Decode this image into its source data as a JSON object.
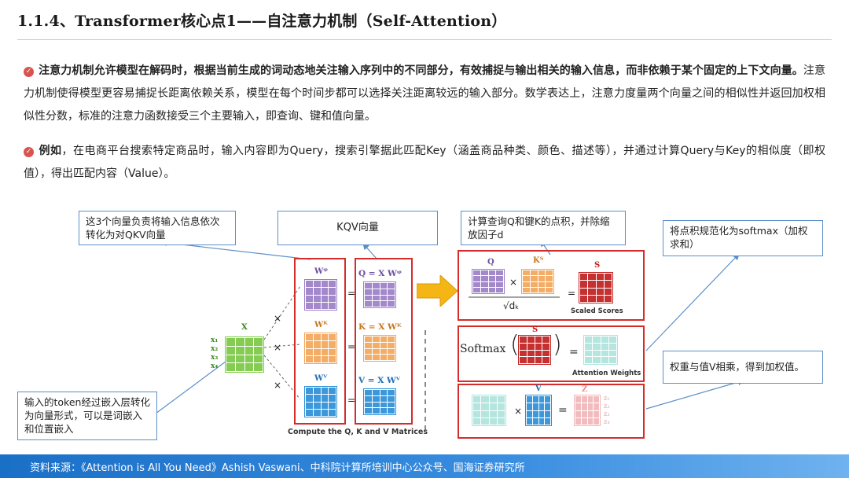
{
  "title": "1.1.4、Transformer核心点1——自注意力机制（Self-Attention）",
  "para1": {
    "bold_text": "注意力机制允许模型在解码时，根据当前生成的词动态地关注输入序列中的不同部分，有效捕捉与输出相关的输入信息，而非依赖于某个固定的上下文向量。",
    "text": "注意力机制使得模型更容易捕捉长距离依赖关系，模型在每个时间步都可以选择关注距离较远的输入部分。数学表达上，注意力度量两个向量之间的相似性并返回加权相似性分数，标准的注意力函数接受三个主要输入，即查询、键和值向量。"
  },
  "para2": {
    "bold_text": "例如",
    "text": "，在电商平台搜索特定商品时，输入内容即为Query，搜索引擎据此匹配Key（涵盖商品种类、颜色、描述等），并通过计算Query与Key的相似度（即权值），得出匹配内容（Value）。"
  },
  "callouts": {
    "qkv_desc": "这3个向量负责将输入信息依次转化为对QKV向量",
    "kqv": "KQV向量",
    "dot_product": "计算查询Q和键K的点积，并除缩放因子d",
    "softmax_desc": "将点积规范化为softmax（加权求和）",
    "weight_desc": "权重与值V相乘，得到加权值。",
    "token_desc": "输入的token经过嵌入层转化为向量形式，可以是词嵌入和位置嵌入"
  },
  "figure": {
    "x_label": "X",
    "x_rows": [
      "x₁",
      "x₂",
      "x₃",
      "x₄"
    ],
    "wq": "Wᵠ",
    "wk": "Wᴷ",
    "wv": "Wⱽ",
    "q_eq": "Q = X Wᵠ",
    "k_eq": "K = X Wᴷ",
    "v_eq": "V = X Wⱽ",
    "caption_left": "Compute the Q, K and V Matrices",
    "q": "Q",
    "kt": "Kᵀ",
    "s": "S",
    "sqrt": "√dₖ",
    "scaled_scores": "Scaled Scores",
    "softmax": "Softmax",
    "attention_weights": "Attention Weights",
    "v": "V",
    "z": "Z",
    "z_rows": [
      "z₁",
      "z₂",
      "z₃",
      "z₄"
    ],
    "times": "×",
    "equals": "="
  },
  "colors": {
    "bullet": "#d9534f",
    "red_frame": "#d62b2b",
    "callout_border": "#5b8fc9",
    "x_green": "#7ac943",
    "q_purple": "#9b7fc7",
    "k_orange": "#f2a65a",
    "v_blue": "#2b8fd8",
    "s_red": "#c0201e",
    "w_teal": "#aee3dc",
    "z_pink": "#f1b6b8",
    "arrow_yellow": "#f5b515",
    "footer": "#2a7fd4"
  },
  "footer": "资料来源：《Attention is All You Need》Ashish Vaswani、中科院计算所培训中心公众号、国海证券研究所"
}
